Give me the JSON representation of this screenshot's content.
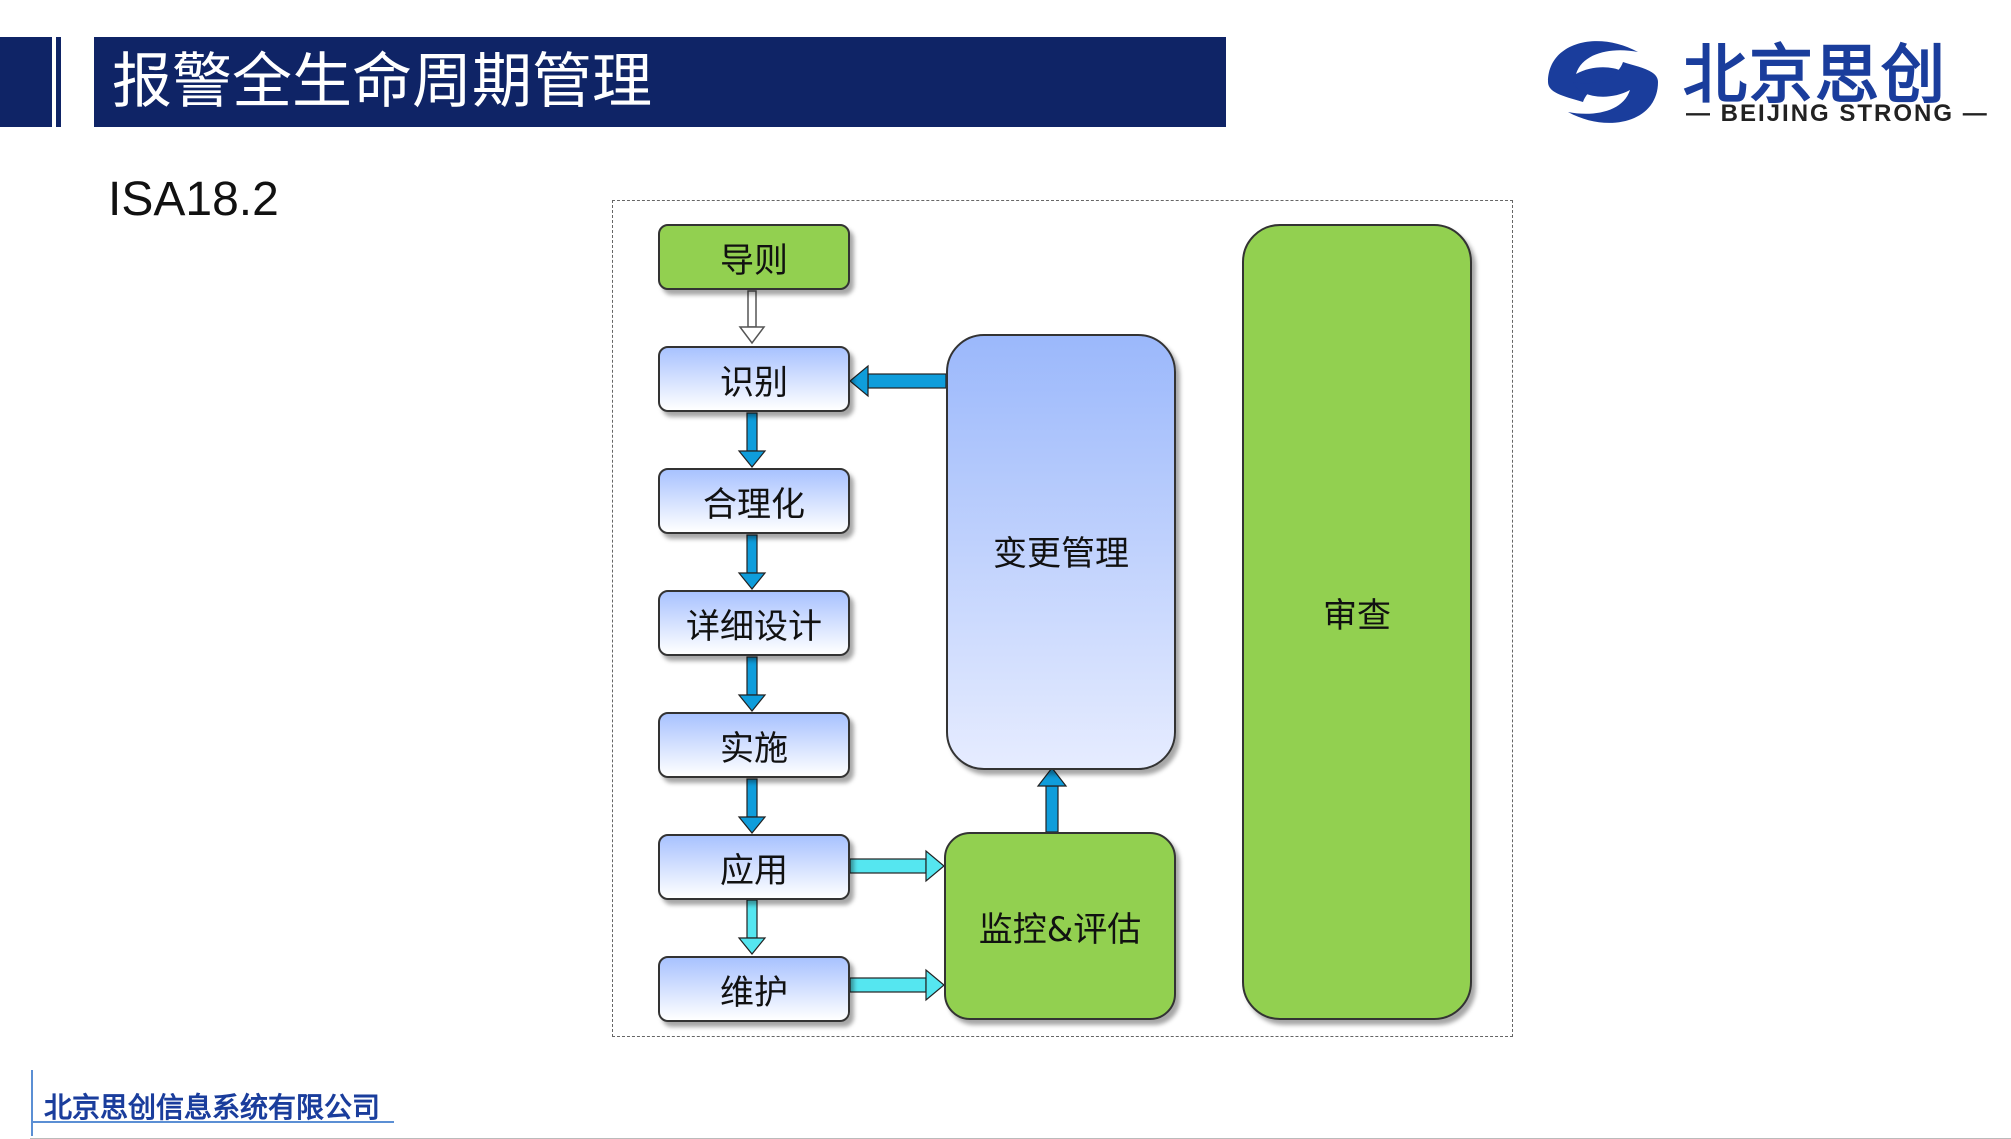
{
  "header": {
    "title": "报警全生命周期管理"
  },
  "logo": {
    "name_cn": "北京思创",
    "name_en": "— BEIJING STRONG —"
  },
  "subtitle": "ISA18.2",
  "diagram": {
    "steps": [
      "导则",
      "识别",
      "合理化",
      "详细设计",
      "实施",
      "应用",
      "维护"
    ],
    "change_management": "变更管理",
    "monitoring": "监控&评估",
    "audit": "审查",
    "colors": {
      "green": "#92d050",
      "blue_gradient_top": "#a8c2ff",
      "arrow_blue": "#0f9ddb",
      "arrow_cyan": "#55e6f0"
    }
  },
  "footer": {
    "company": "北京思创信息系统有限公司"
  }
}
